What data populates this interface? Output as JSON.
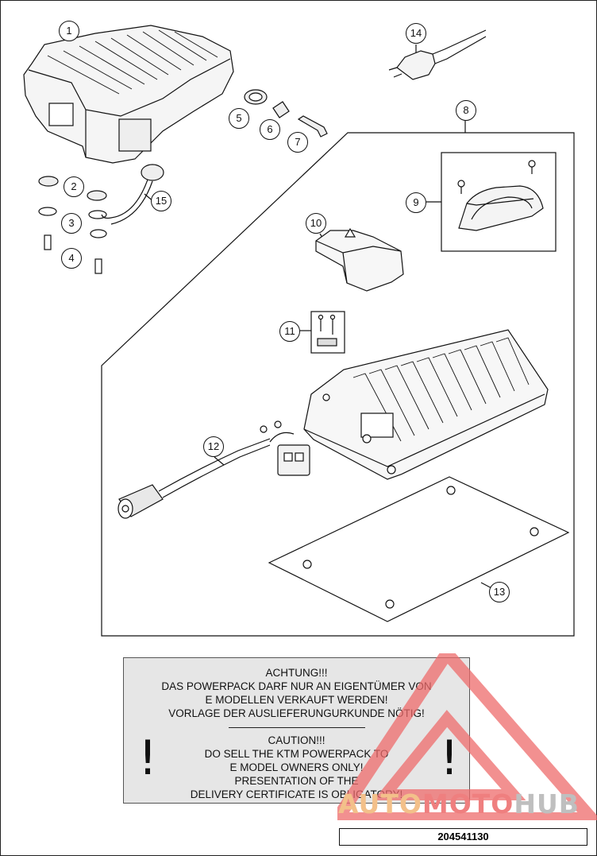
{
  "callouts": [
    "1",
    "2",
    "3",
    "4",
    "5",
    "6",
    "7",
    "8",
    "9",
    "10",
    "11",
    "12",
    "13",
    "14",
    "15"
  ],
  "warning": {
    "de_lines": [
      "ACHTUNG!!!",
      "DAS POWERPACK DARF NUR AN EIGENTÜMER VON",
      "E MODELLEN VERKAUFT WERDEN!",
      "VORLAGE DER AUSLIEFERUNGURKUNDE NÖTIG!"
    ],
    "en_lines": [
      "CAUTION!!!",
      "DO SELL THE KTM POWERPACK TO",
      "E MODEL OWNERS ONLY!",
      "PRESENTATION OF THE",
      "DELIVERY CERTIFICATE IS OBLIGATORY!"
    ],
    "mark": "!"
  },
  "watermark": {
    "part1": "AUTO",
    "part2": "MOTO",
    "part3": "HUB"
  },
  "doc_number": "204541130"
}
